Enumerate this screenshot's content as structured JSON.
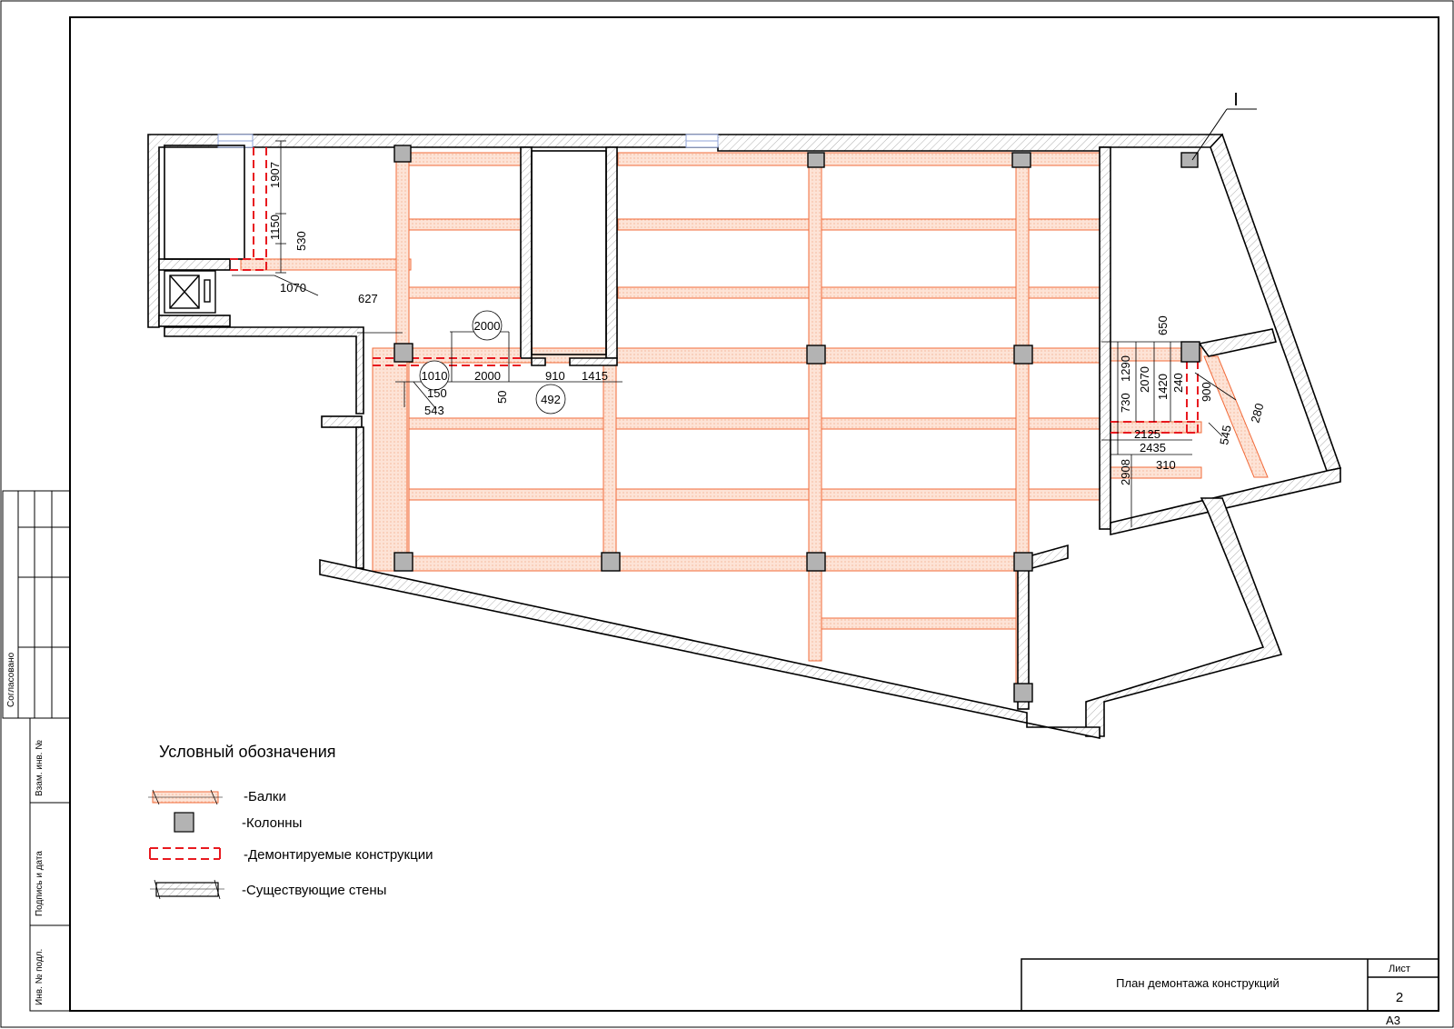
{
  "title_block": {
    "title": "План демонтажа конструкций",
    "sheet_label": "Лист",
    "sheet_number": "2",
    "format": "А3"
  },
  "side_stamp": {
    "agreed": "Согласовано",
    "replaced_inv": "Взам. инв. №",
    "signature_date": "Подпись и дата",
    "original_inv": "Инв. № подл."
  },
  "legend": {
    "title": "Условный обозначения",
    "items": [
      {
        "symbol": "beam",
        "label": "-Балки"
      },
      {
        "symbol": "column",
        "label": "-Колонны"
      },
      {
        "symbol": "demolished",
        "label": "-Демонтируемые конструкции"
      },
      {
        "symbol": "wall",
        "label": "-Существующие стены"
      }
    ]
  },
  "section_mark": "I",
  "dimensions": {
    "d1907": "1907",
    "d1150": "1150",
    "d530": "530",
    "d1070": "1070",
    "d627": "627",
    "d2000a": "2000",
    "d1010": "1010",
    "d2000b": "2000",
    "d910": "910",
    "d1415": "1415",
    "d150": "150",
    "d543": "543",
    "d50": "50",
    "d492": "492",
    "d650": "650",
    "d1290": "1290",
    "d2070": "2070",
    "d1420": "1420",
    "d240": "240",
    "d900": "900",
    "d730": "730",
    "d280": "280",
    "d545": "545",
    "d2125": "2125",
    "d2435": "2435",
    "d310": "310",
    "d2908": "2908"
  },
  "colors": {
    "beam": "#f26b3a",
    "beam_fill": "#fde3d6",
    "demolished": "#e8191f",
    "column": "#b3b3b3",
    "wall": "#000000",
    "window": "#8fa3d9"
  }
}
